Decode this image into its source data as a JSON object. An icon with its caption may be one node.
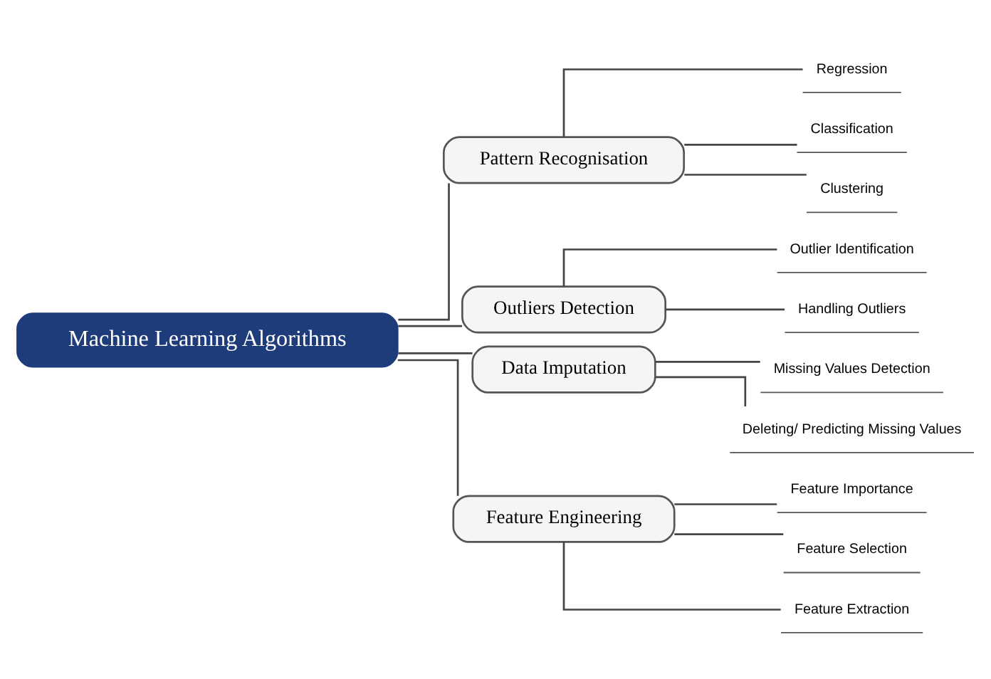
{
  "diagram": {
    "nodes": [
      {
        "text": [
          "Machine Learning Algorithms"
        ]
      },
      {
        "text": [
          "Pattern Recognisation"
        ]
      },
      {
        "text": [
          "Regression"
        ]
      },
      {
        "text": [
          "Classification"
        ]
      },
      {
        "text": [
          "Clustering"
        ]
      },
      {
        "text": [
          "Outliers Detection"
        ]
      },
      {
        "text": [
          "Outlier Identification"
        ]
      },
      {
        "text": [
          "Handling Outliers"
        ]
      },
      {
        "text": [
          "Data Imputation"
        ]
      },
      {
        "text": [
          "Missing Values Detection"
        ]
      },
      {
        "text": [
          "Deleting/ Predicting Missing Values"
        ]
      },
      {
        "text": [
          "Feature Engineering"
        ]
      },
      {
        "text": [
          "Feature Importance"
        ]
      },
      {
        "text": [
          "Feature Selection"
        ]
      },
      {
        "text": [
          "Feature Extraction"
        ]
      }
    ],
    "edges": [
      {
        "from": 0,
        "to": 1,
        "arrow": "none"
      },
      {
        "from": 0,
        "to": 5,
        "arrow": "none"
      },
      {
        "from": 0,
        "to": 8,
        "arrow": "none"
      },
      {
        "from": 0,
        "to": 11,
        "arrow": "none"
      },
      {
        "from": 1,
        "to": 2,
        "arrow": "none"
      },
      {
        "from": 1,
        "to": 3,
        "arrow": "none"
      },
      {
        "from": 1,
        "to": 4,
        "arrow": "none"
      },
      {
        "from": 5,
        "to": 6,
        "arrow": "none"
      },
      {
        "from": 5,
        "to": 7,
        "arrow": "none"
      },
      {
        "from": 8,
        "to": 9,
        "arrow": "none"
      },
      {
        "from": 8,
        "to": 10,
        "arrow": "none"
      },
      {
        "from": 11,
        "to": 12,
        "arrow": "none"
      },
      {
        "from": 11,
        "to": 13,
        "arrow": "none"
      },
      {
        "from": 11,
        "to": 14,
        "arrow": "none"
      }
    ]
  }
}
